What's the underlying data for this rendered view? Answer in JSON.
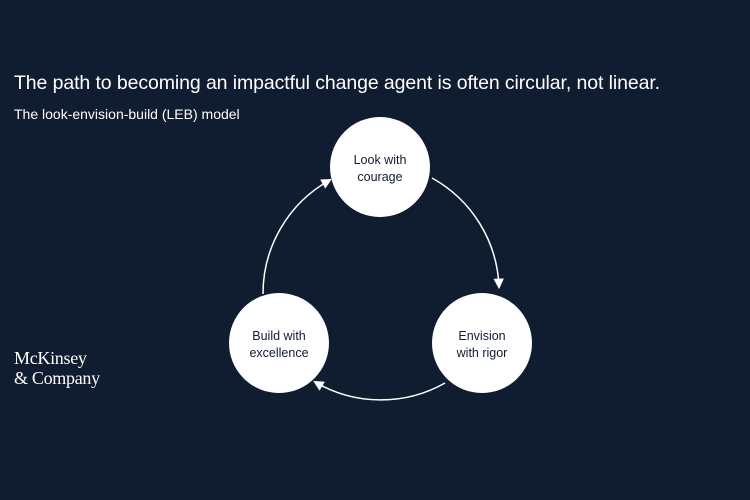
{
  "header": {
    "title": "The path to becoming an impactful change agent is often circular, not linear.",
    "subtitle": "The look-envision-build (LEB) model"
  },
  "diagram": {
    "nodes": [
      {
        "line1": "Look with",
        "line2": "courage"
      },
      {
        "line1": "Envision",
        "line2": "with rigor"
      },
      {
        "line1": "Build with",
        "line2": "excellence"
      }
    ]
  },
  "logo": {
    "line1": "McKinsey",
    "line2": "& Company"
  },
  "colors": {
    "background": "#101d30",
    "foreground": "#ffffff"
  }
}
